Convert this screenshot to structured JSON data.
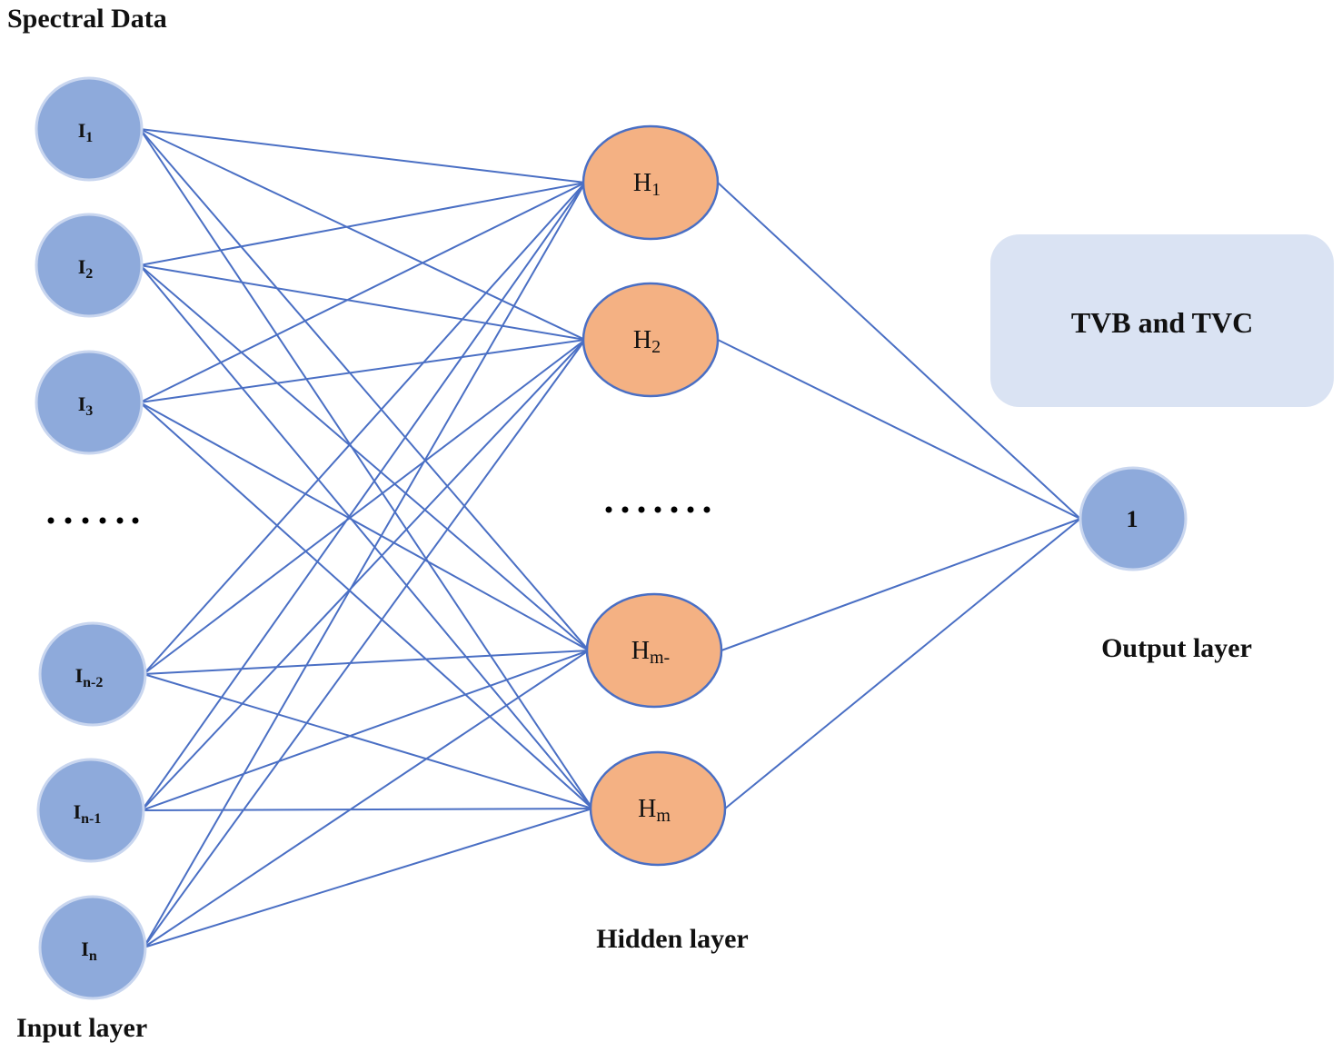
{
  "title": "Spectral Data",
  "input_layer": {
    "label": "Input layer",
    "nodes": [
      {
        "id": "i1",
        "base": "I",
        "sub": "1"
      },
      {
        "id": "i2",
        "base": "I",
        "sub": "2"
      },
      {
        "id": "i3",
        "base": "I",
        "sub": "3"
      },
      {
        "id": "in2",
        "base": "I",
        "sub": "n-2"
      },
      {
        "id": "in1",
        "base": "I",
        "sub": "n-1"
      },
      {
        "id": "in",
        "base": "I",
        "sub": "n"
      }
    ]
  },
  "hidden_layer": {
    "label": "Hidden layer",
    "nodes": [
      {
        "id": "h1",
        "base": "H",
        "sub": "1"
      },
      {
        "id": "h2",
        "base": "H",
        "sub": "2"
      },
      {
        "id": "hm1",
        "base": "H",
        "sub": "m-"
      },
      {
        "id": "hm",
        "base": "H",
        "sub": "m"
      }
    ]
  },
  "output_layer": {
    "label": "Output layer",
    "nodes": [
      {
        "id": "o1",
        "label": "1"
      }
    ]
  },
  "output_target": {
    "label": "TVB and TVC"
  },
  "colors": {
    "input_node": "#8eaadb",
    "hidden_node": "#f4b183",
    "edge": "#4a6fc4",
    "target_box": "#dae3f3"
  }
}
